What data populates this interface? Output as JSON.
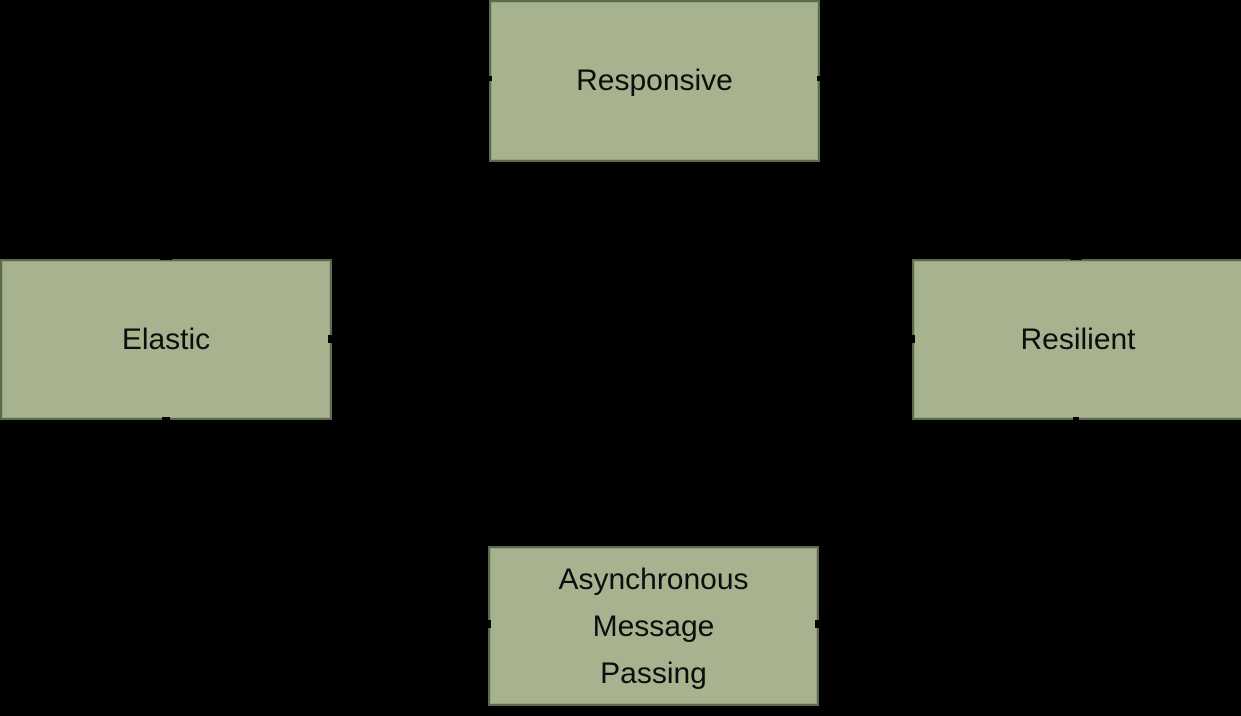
{
  "diagram": {
    "description": "Reactive system traits diagram on black background",
    "colors": {
      "background": "#000000",
      "box_fill": "#a7b28e",
      "box_border": "#5c6b4d",
      "box_border_inner": "#93a37d",
      "text": "#0d0d0d"
    },
    "boxes": [
      {
        "id": "responsive",
        "label": "Responsive"
      },
      {
        "id": "elastic",
        "label": "Elastic"
      },
      {
        "id": "resilient",
        "label": "Resilient"
      },
      {
        "id": "async-message-passing",
        "lines": [
          "Asynchronous",
          "Message",
          "Passing"
        ]
      }
    ],
    "connector_stubs": [
      "responsive-left",
      "responsive-right",
      "elastic-top",
      "elastic-right",
      "elastic-bottom",
      "resilient-top",
      "resilient-left",
      "resilient-bottom",
      "async-left",
      "async-right"
    ]
  }
}
